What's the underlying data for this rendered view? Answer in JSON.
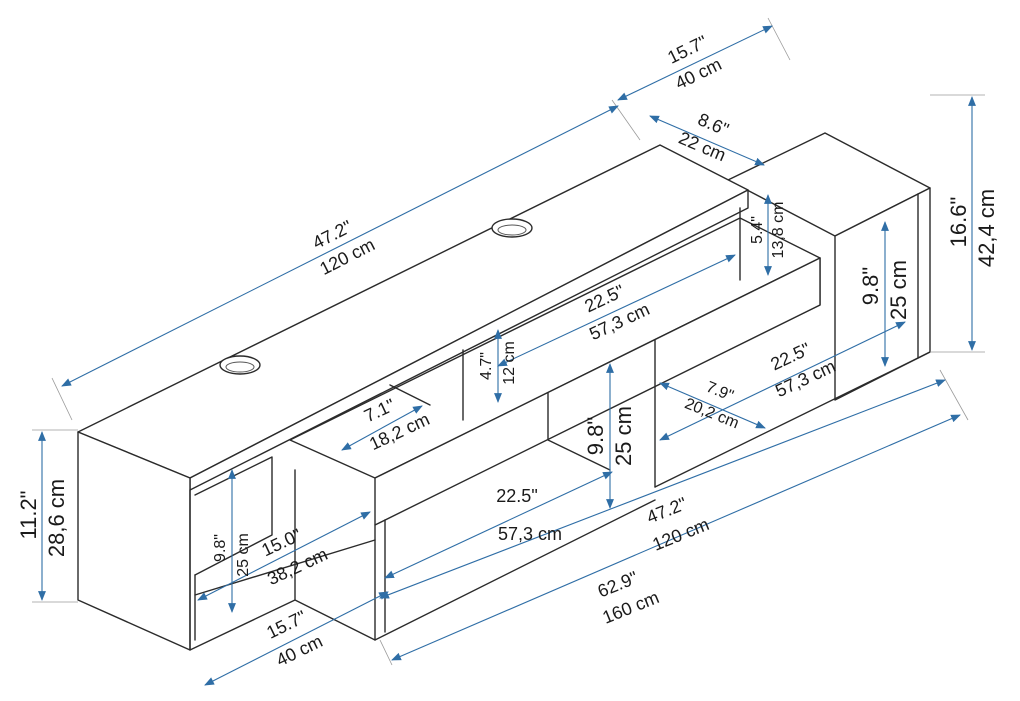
{
  "colors": {
    "line": "#2b2b2b",
    "dimension": "#2f6ea6"
  },
  "dimensions": {
    "top_length": {
      "inch": "47.2\"",
      "cm": "120 cm"
    },
    "top_depth": {
      "inch": "15.7\"",
      "cm": "40 cm"
    },
    "right_gap": {
      "inch": "8.6\"",
      "cm": "22 cm"
    },
    "right_step": {
      "inch": "5.4\"",
      "cm": "13,8 cm"
    },
    "total_height": {
      "inch": "16.6\"",
      "cm": "42,4 cm"
    },
    "right_shelf_h": {
      "inch": "9.8\"",
      "cm": "25 cm"
    },
    "mid_top_shelf": {
      "inch": "22.5\"",
      "cm": "57,3 cm"
    },
    "small_gap": {
      "inch": "4.7\"",
      "cm": "12 cm"
    },
    "right_lower_shelf": {
      "inch": "22.5\"",
      "cm": "57,3 cm"
    },
    "right_depth": {
      "inch": "7.9\"",
      "cm": "20,2 cm"
    },
    "top_slot": {
      "inch": "7.1\"",
      "cm": "18,2 cm"
    },
    "mid_shelf_h": {
      "inch": "9.8\"",
      "cm": "25 cm"
    },
    "lower_shelf": {
      "inch": "22.5\"",
      "cm": "57,3 cm"
    },
    "bottom_length": {
      "inch": "47.2\"",
      "cm": "120 cm"
    },
    "left_height": {
      "inch": "11.2\"",
      "cm": "28,6 cm"
    },
    "left_shelf_h": {
      "inch": "9.8\"",
      "cm": "25 cm"
    },
    "left_shelf_w": {
      "inch": "15.0\"",
      "cm": "38,2 cm"
    },
    "bottom_depth": {
      "inch": "15.7\"",
      "cm": "40 cm"
    },
    "total_length": {
      "inch": "62.9\"",
      "cm": "160 cm"
    }
  }
}
